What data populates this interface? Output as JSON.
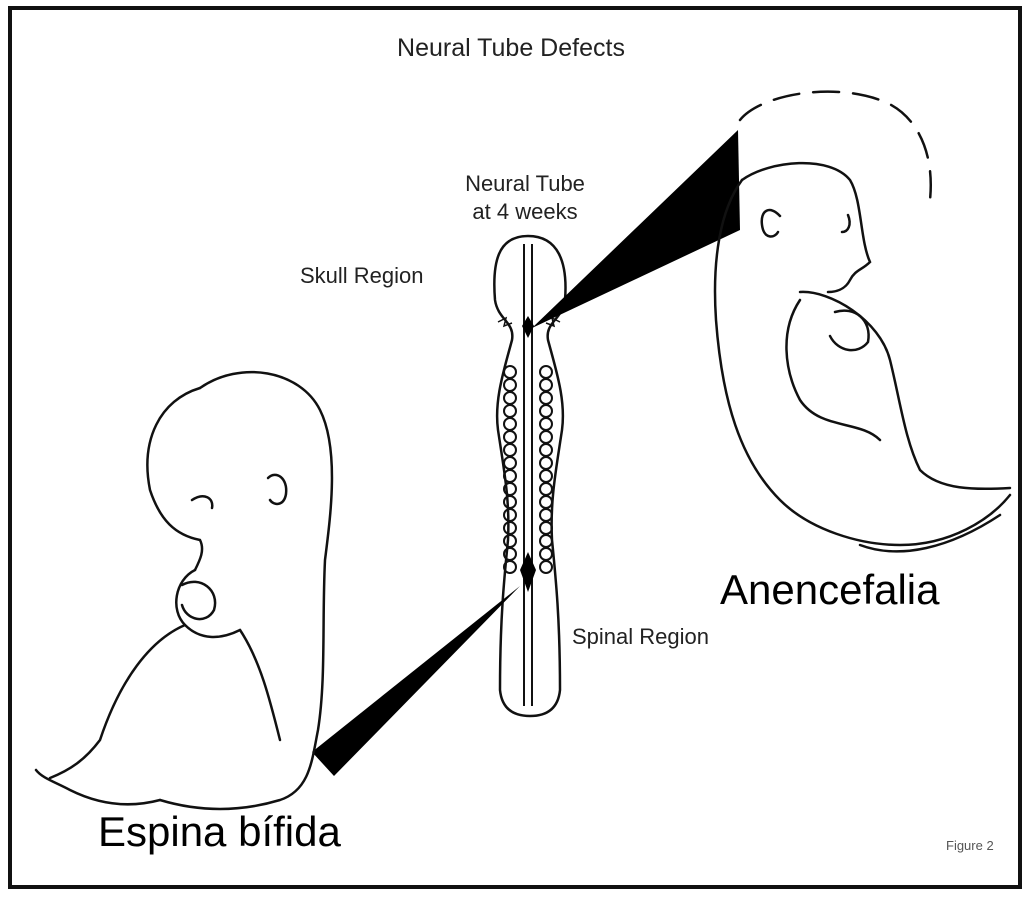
{
  "title": "Neural Tube Defects",
  "neural_tube_label": [
    "Neural Tube",
    "at 4 weeks"
  ],
  "skull_region_label": "Skull Region",
  "spinal_region_label": "Spinal Region",
  "anencephaly_label": "Anencefalia",
  "spina_bifida_label": "Espina bífida",
  "figure_label": "Figure 2",
  "colors": {
    "line": "#111111",
    "background": "#ffffff",
    "fill": "#000000"
  }
}
